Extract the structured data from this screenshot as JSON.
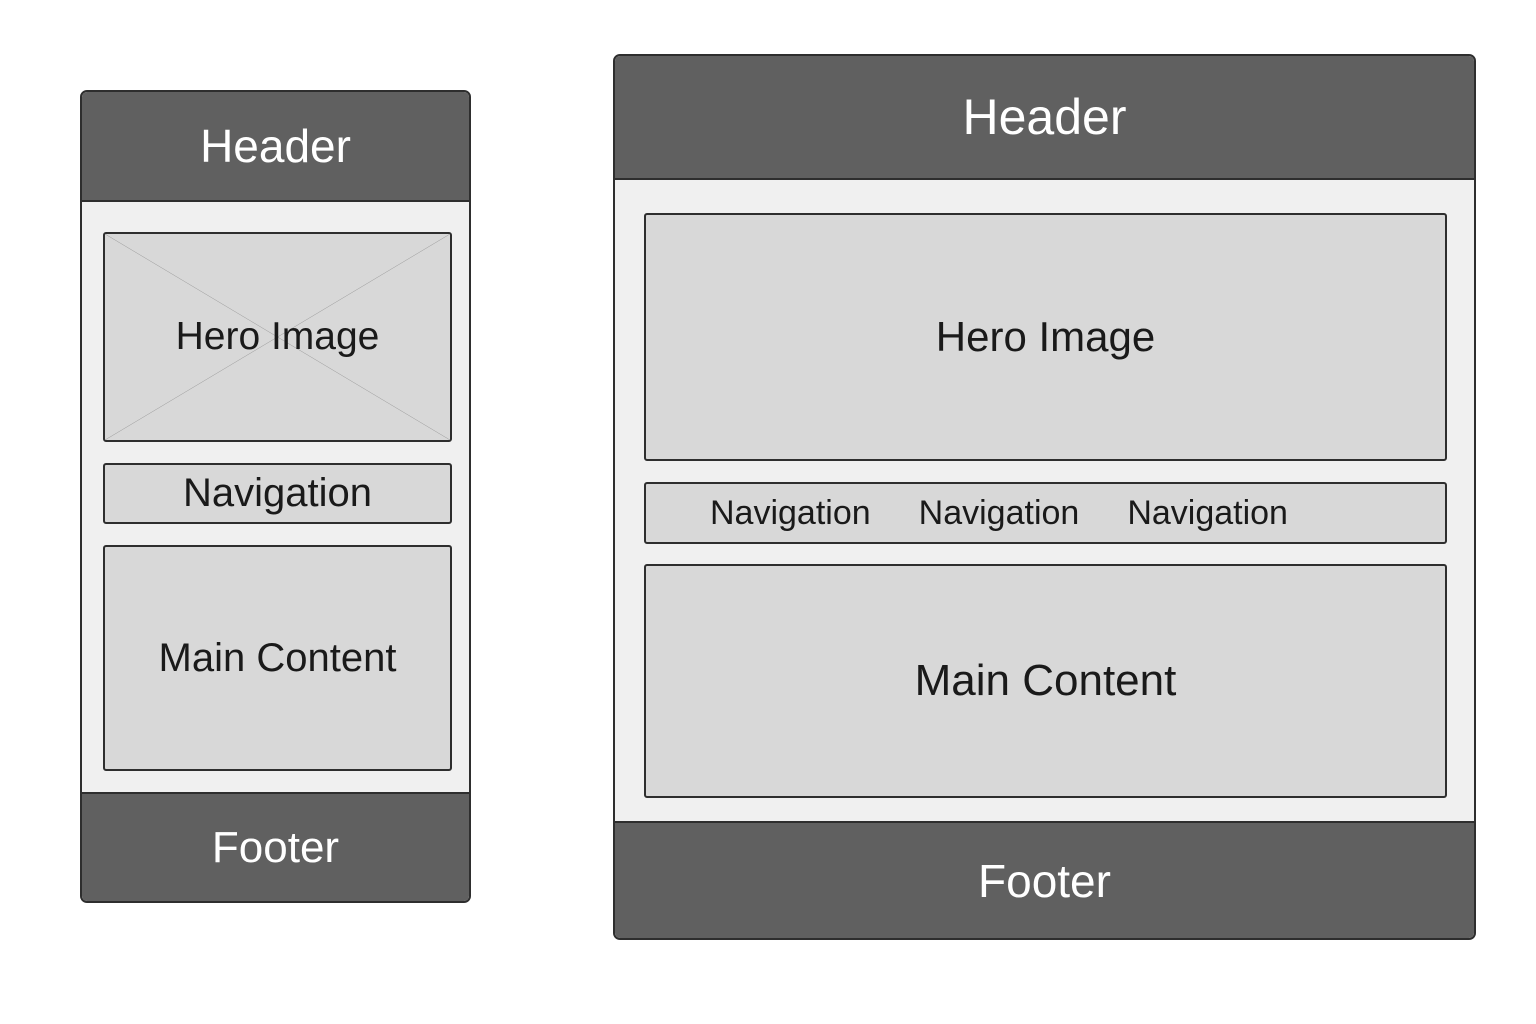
{
  "mobile": {
    "header": "Header",
    "hero": "Hero Image",
    "navigation": "Navigation",
    "main": "Main Content",
    "footer": "Footer"
  },
  "desktop": {
    "header": "Header",
    "hero": "Hero Image",
    "navigation": [
      "Navigation",
      "Navigation",
      "Navigation"
    ],
    "main": "Main Content",
    "footer": "Footer"
  },
  "colors": {
    "bar": "#606060",
    "body": "#f0f0f0",
    "box": "#d8d8d8",
    "border": "#2e2e2e",
    "image_placeholder_cross": "#9a9a9a"
  }
}
